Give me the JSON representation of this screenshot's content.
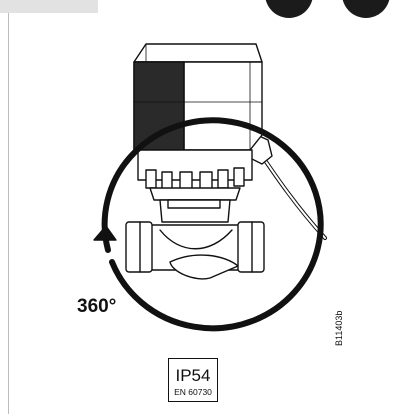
{
  "diagram": {
    "rotation_label": "360°",
    "drawing_code": "B11403b",
    "protection": {
      "rating": "IP54",
      "standard": "EN 60730"
    }
  }
}
